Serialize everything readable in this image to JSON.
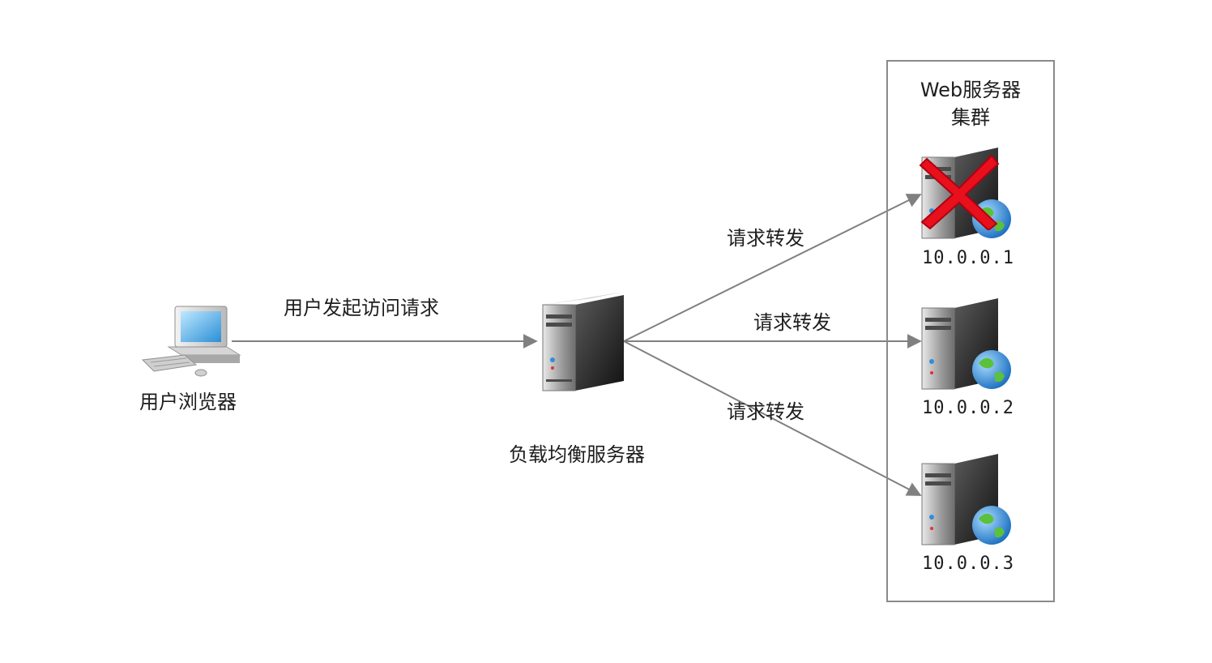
{
  "client": {
    "label": "用户浏览器",
    "icon": "desktop-computer-icon"
  },
  "edge_request": {
    "label": "用户发起访问请求"
  },
  "load_balancer": {
    "label": "负载均衡服务器",
    "icon": "server-icon"
  },
  "cluster": {
    "title_line1": "Web服务器",
    "title_line2": "集群",
    "servers": [
      {
        "ip": "10.0.0.1",
        "icon": "web-server-icon",
        "status": "down",
        "status_icon": "red-x-icon"
      },
      {
        "ip": "10.0.0.2",
        "icon": "web-server-icon",
        "status": "up"
      },
      {
        "ip": "10.0.0.3",
        "icon": "web-server-icon",
        "status": "up"
      }
    ]
  },
  "forward_edges": [
    {
      "label": "请求转发"
    },
    {
      "label": "请求转发"
    },
    {
      "label": "请求转发"
    }
  ],
  "colors": {
    "edge": "#808080",
    "down_mark": "#e8101c",
    "globe_water": "#2f8fd8",
    "globe_land": "#5cc13a"
  }
}
